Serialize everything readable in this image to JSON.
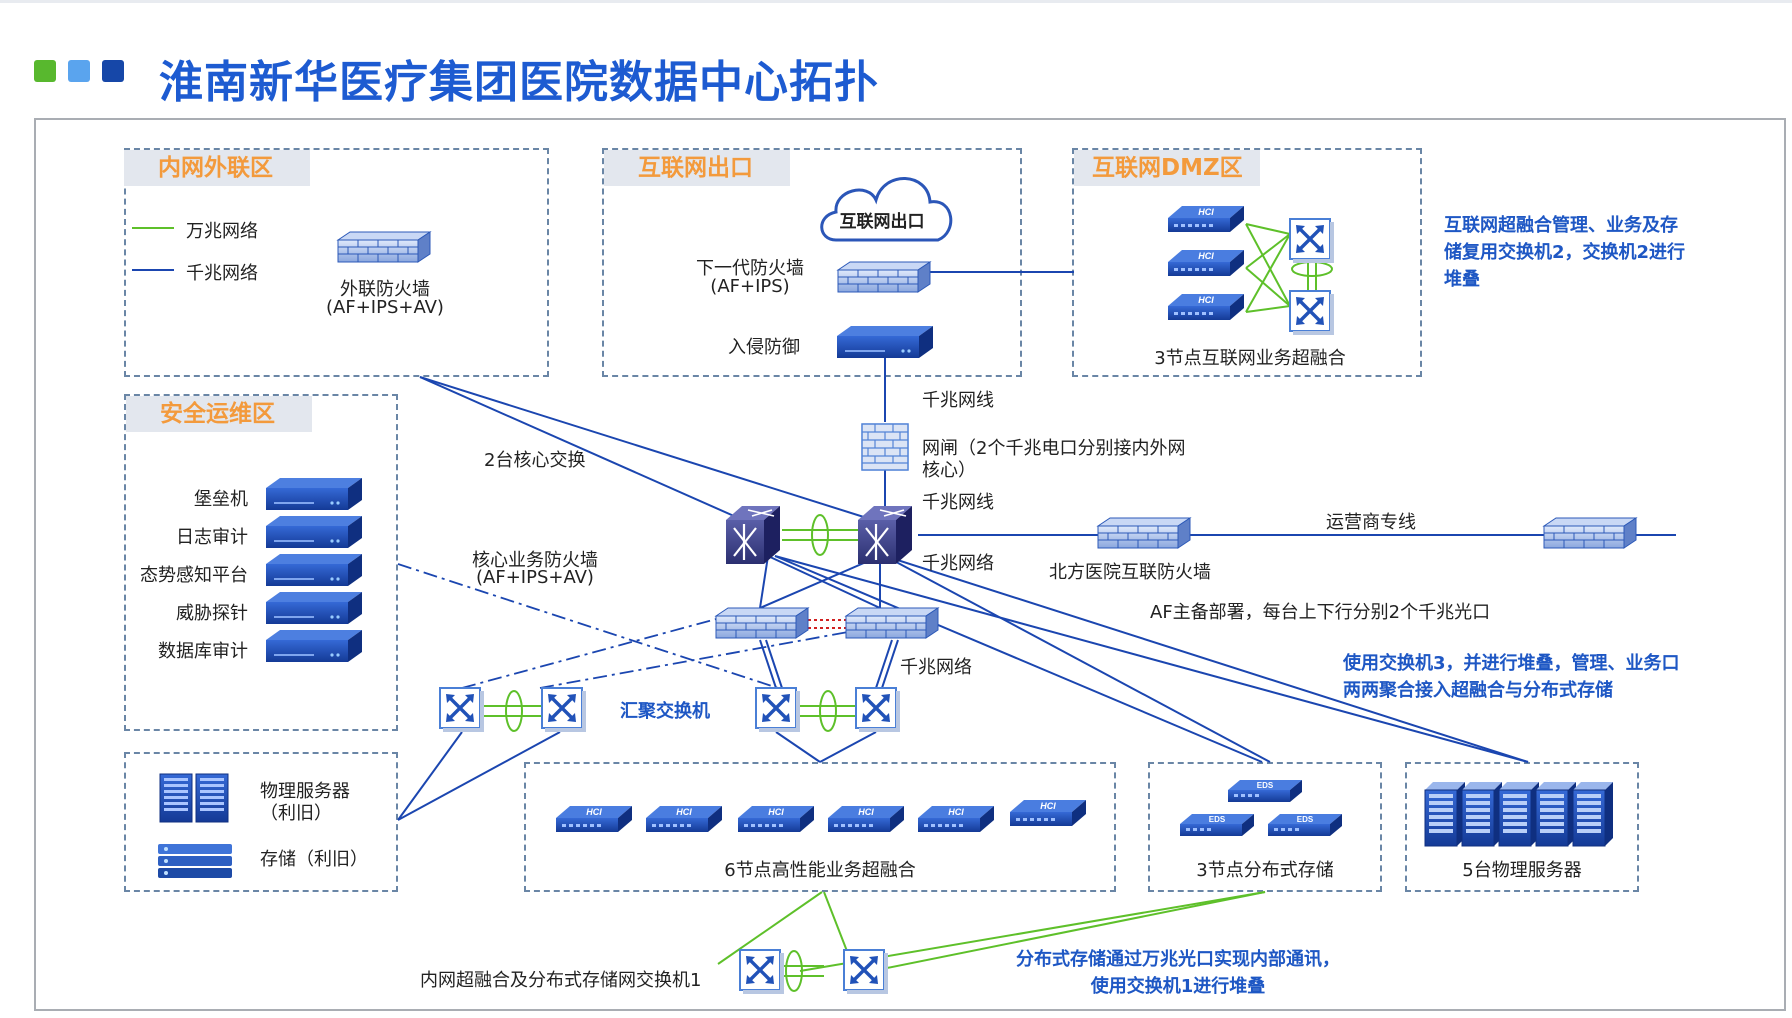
{
  "title": "淮南新华医疗集团医院数据中心拓扑",
  "colors": {
    "title": "#1d5bd1",
    "zone_label": "#f39a3c",
    "blue_line": "#1b46b0",
    "green_line": "#5ec02a",
    "note": "#1e57c4",
    "sq1": "#58b82e",
    "sq2": "#5aa4ee",
    "sq3": "#1647a8"
  },
  "zones": {
    "intranet_external": "内网外联区",
    "internet_exit": "互联网出口",
    "dmz": "互联网DMZ区",
    "security_ops": "安全运维区"
  },
  "legend": {
    "ten_gig": "万兆网络",
    "gig": "千兆网络"
  },
  "labels": {
    "ext_firewall_1": "外联防火墙",
    "ext_firewall_2": "(AF+IPS+AV)",
    "cloud": "互联网出口",
    "ngfw_1": "下一代防火墙",
    "ngfw_2": "(AF+IPS)",
    "ips": "入侵防御",
    "dmz_hci": "3节点互联网业务超融合",
    "gig_line_1": "千兆网线",
    "gap_1": "网闸（2个千兆电口分别接内外网",
    "gap_2": "核心）",
    "gig_line_2": "千兆网线",
    "core_switch": "2台核心交换",
    "gig_net_1": "千兆网络",
    "north_fw": "北方医院互联防火墙",
    "carrier": "运营商专线",
    "core_fw_1": "核心业务防火墙",
    "core_fw_2": "(AF+IPS+AV)",
    "af_note": "AF主备部署，每台上下行分别2个千兆光口",
    "gig_net_2": "千兆网络",
    "agg_switch": "汇聚交换机",
    "phys_server_1": "物理服务器",
    "phys_server_2": "（利旧）",
    "storage": "存储（利旧）",
    "hci6": "6节点高性能业务超融合",
    "eds3": "3节点分布式存储",
    "servers5": "5台物理服务器",
    "sw1": "内网超融合及分布式存储网交换机1",
    "hci_badge": "HCI",
    "eds_badge": "EDS"
  },
  "ops_items": [
    "堡垒机",
    "日志审计",
    "态势感知平台",
    "威胁探针",
    "数据库审计"
  ],
  "notes": {
    "dmz_1": "互联网超融合管理、业务及存",
    "dmz_2": "储复用交换机2，交换机2进行",
    "dmz_3": "堆叠",
    "sw3_1": "使用交换机3，并进行堆叠，管理、业务口",
    "sw3_2": "两两聚合接入超融合与分布式存储",
    "eds_1": "分布式存储通过万兆光口实现内部通讯，",
    "eds_2": "使用交换机1进行堆叠"
  },
  "icons": [
    "firewall-icon",
    "cloud-icon",
    "ips-appliance-icon",
    "hci-node-icon",
    "switch-icon",
    "gateway-icon",
    "security-appliance-icon",
    "rack-server-icon",
    "storage-icon",
    "eds-node-icon",
    "tower-server-icon"
  ]
}
